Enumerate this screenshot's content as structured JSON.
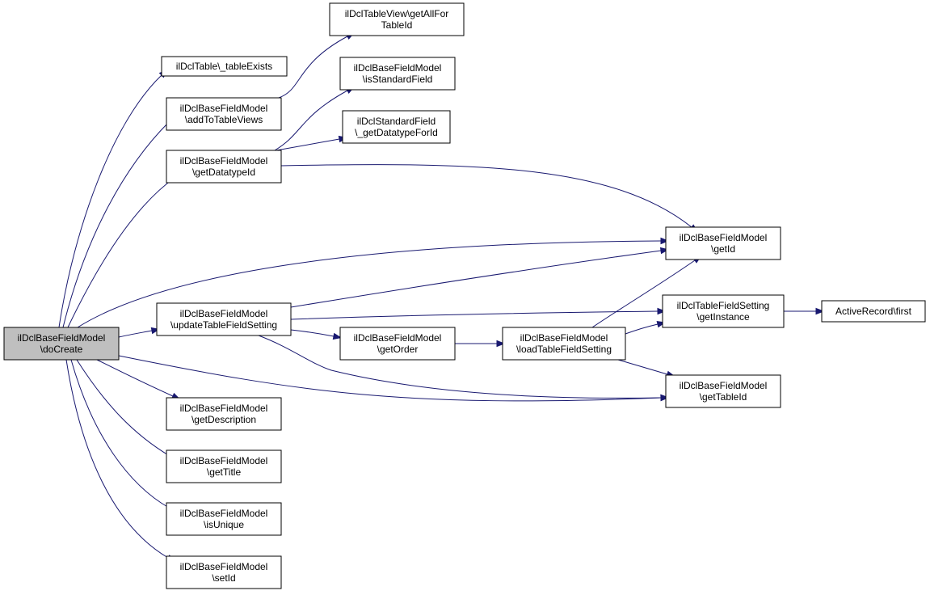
{
  "diagram": {
    "nodes": [
      {
        "id": "doCreate",
        "lines": [
          "ilDclBaseFieldModel",
          "\\doCreate"
        ],
        "root": true
      },
      {
        "id": "tableExists",
        "lines": [
          "ilDclTable\\_tableExists"
        ]
      },
      {
        "id": "addToTableViews",
        "lines": [
          "ilDclBaseFieldModel",
          "\\addToTableViews"
        ]
      },
      {
        "id": "getDatatypeId",
        "lines": [
          "ilDclBaseFieldModel",
          "\\getDatatypeId"
        ]
      },
      {
        "id": "updateTableFieldSetting",
        "lines": [
          "ilDclBaseFieldModel",
          "\\updateTableFieldSetting"
        ]
      },
      {
        "id": "getDescription",
        "lines": [
          "ilDclBaseFieldModel",
          "\\getDescription"
        ]
      },
      {
        "id": "getTitle",
        "lines": [
          "ilDclBaseFieldModel",
          "\\getTitle"
        ]
      },
      {
        "id": "isUnique",
        "lines": [
          "ilDclBaseFieldModel",
          "\\isUnique"
        ]
      },
      {
        "id": "setId",
        "lines": [
          "ilDclBaseFieldModel",
          "\\setId"
        ]
      },
      {
        "id": "getAllForTableId",
        "lines": [
          "ilDclTableView\\getAllFor",
          "TableId"
        ]
      },
      {
        "id": "isStandardField",
        "lines": [
          "ilDclBaseFieldModel",
          "\\isStandardField"
        ]
      },
      {
        "id": "getDatatypeForId",
        "lines": [
          "ilDclStandardField",
          "\\_getDatatypeForId"
        ]
      },
      {
        "id": "getOrder",
        "lines": [
          "ilDclBaseFieldModel",
          "\\getOrder"
        ]
      },
      {
        "id": "loadTableFieldSetting",
        "lines": [
          "ilDclBaseFieldModel",
          "\\loadTableFieldSetting"
        ]
      },
      {
        "id": "getId",
        "lines": [
          "ilDclBaseFieldModel",
          "\\getId"
        ]
      },
      {
        "id": "getInstance",
        "lines": [
          "ilDclTableFieldSetting",
          "\\getInstance"
        ]
      },
      {
        "id": "getTableId",
        "lines": [
          "ilDclBaseFieldModel",
          "\\getTableId"
        ]
      },
      {
        "id": "first",
        "lines": [
          "ActiveRecord\\first"
        ]
      }
    ],
    "edges": [
      {
        "from": "doCreate",
        "to": "tableExists"
      },
      {
        "from": "doCreate",
        "to": "addToTableViews"
      },
      {
        "from": "doCreate",
        "to": "getDatatypeId"
      },
      {
        "from": "doCreate",
        "to": "getId"
      },
      {
        "from": "doCreate",
        "to": "updateTableFieldSetting"
      },
      {
        "from": "doCreate",
        "to": "getTableId"
      },
      {
        "from": "doCreate",
        "to": "getDescription"
      },
      {
        "from": "doCreate",
        "to": "getTitle"
      },
      {
        "from": "doCreate",
        "to": "isUnique"
      },
      {
        "from": "doCreate",
        "to": "setId"
      },
      {
        "from": "addToTableViews",
        "to": "getAllForTableId"
      },
      {
        "from": "getDatatypeId",
        "to": "isStandardField"
      },
      {
        "from": "getDatatypeId",
        "to": "getDatatypeForId"
      },
      {
        "from": "getDatatypeId",
        "to": "getId"
      },
      {
        "from": "updateTableFieldSetting",
        "to": "getId"
      },
      {
        "from": "updateTableFieldSetting",
        "to": "getInstance"
      },
      {
        "from": "updateTableFieldSetting",
        "to": "getOrder"
      },
      {
        "from": "updateTableFieldSetting",
        "to": "getTableId"
      },
      {
        "from": "getOrder",
        "to": "loadTableFieldSetting"
      },
      {
        "from": "loadTableFieldSetting",
        "to": "getId"
      },
      {
        "from": "loadTableFieldSetting",
        "to": "getInstance"
      },
      {
        "from": "loadTableFieldSetting",
        "to": "getTableId"
      },
      {
        "from": "getInstance",
        "to": "first"
      }
    ],
    "colors": {
      "edge": "#191970",
      "node_border": "#000000",
      "root_fill": "#bfbfbf",
      "node_fill": "#ffffff"
    }
  }
}
